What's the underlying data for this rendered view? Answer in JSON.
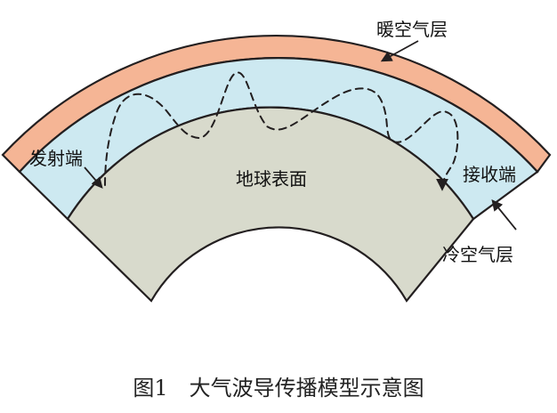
{
  "diagram": {
    "labels": {
      "warm_layer": "暖空气层",
      "cold_layer": "冷空气层",
      "transmitter": "发射端",
      "receiver": "接收端",
      "earth_surface": "地球表面"
    },
    "caption": "图1　大气波导传播模型示意图",
    "colors": {
      "warm_layer": "#F5B595",
      "duct_layer": "#CDE9F1",
      "earth": "#D8DACC",
      "outline": "#231F20"
    }
  }
}
